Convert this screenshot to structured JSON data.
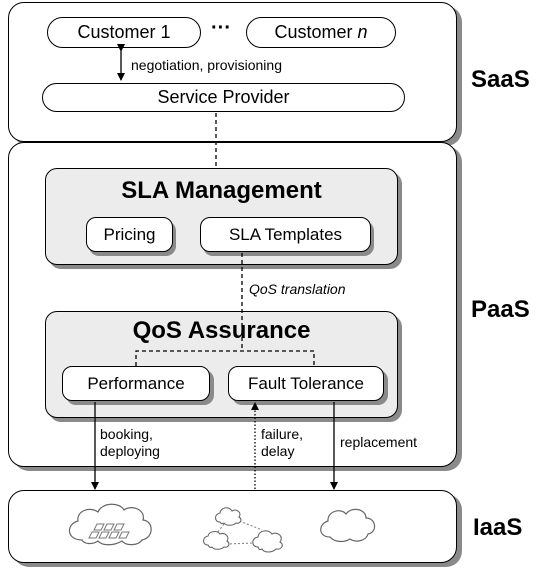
{
  "layers": {
    "saas": "SaaS",
    "paas": "PaaS",
    "iaas": "IaaS"
  },
  "saas": {
    "customer_1": "Customer 1",
    "ellipsis": "···",
    "customer_n_prefix": "Customer ",
    "customer_n_suffix": "n",
    "negotiation_label": "negotiation, provisioning",
    "service_provider": "Service Provider"
  },
  "sla_management": {
    "title": "SLA Management",
    "pricing": "Pricing",
    "sla_templates": "SLA Templates"
  },
  "qos_translation": "QoS translation",
  "qos_assurance": {
    "title": "QoS Assurance",
    "performance": "Performance",
    "fault_tolerance": "Fault Tolerance"
  },
  "flows": {
    "booking_line1": "booking,",
    "booking_line2": "deploying",
    "failure_line1": "failure,",
    "failure_line2": "delay",
    "replacement": "replacement"
  },
  "icons": [
    "cloud-with-server-icon",
    "network-clouds-icon",
    "cloud-icon"
  ]
}
